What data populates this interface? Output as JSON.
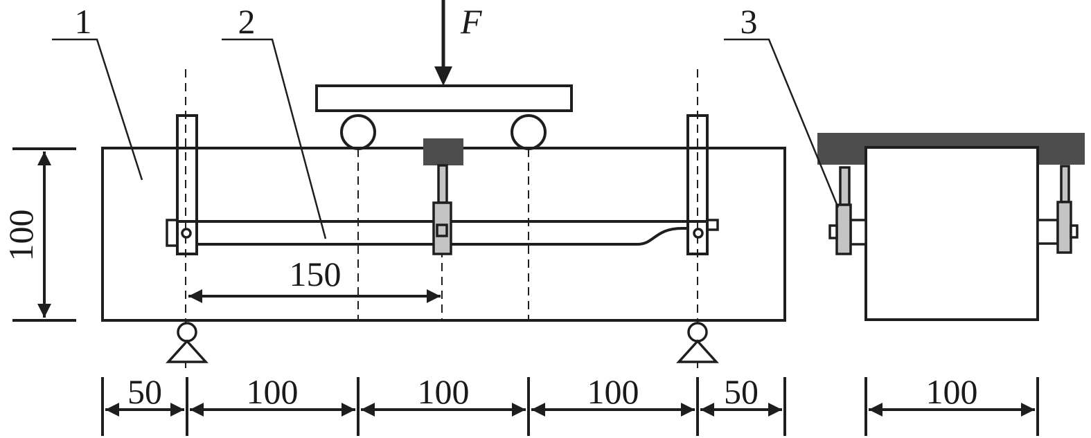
{
  "labels": {
    "beam": "1",
    "lvdt_rod": "2",
    "gauge": "3",
    "force": "F"
  },
  "dimensions": {
    "height": "100",
    "gauge_span": "150",
    "bottom": [
      "50",
      "100",
      "100",
      "100",
      "50"
    ],
    "side_width": "100"
  },
  "colors": {
    "dark_part": "#4d4d4d",
    "grey_part": "#c4c4c4"
  }
}
